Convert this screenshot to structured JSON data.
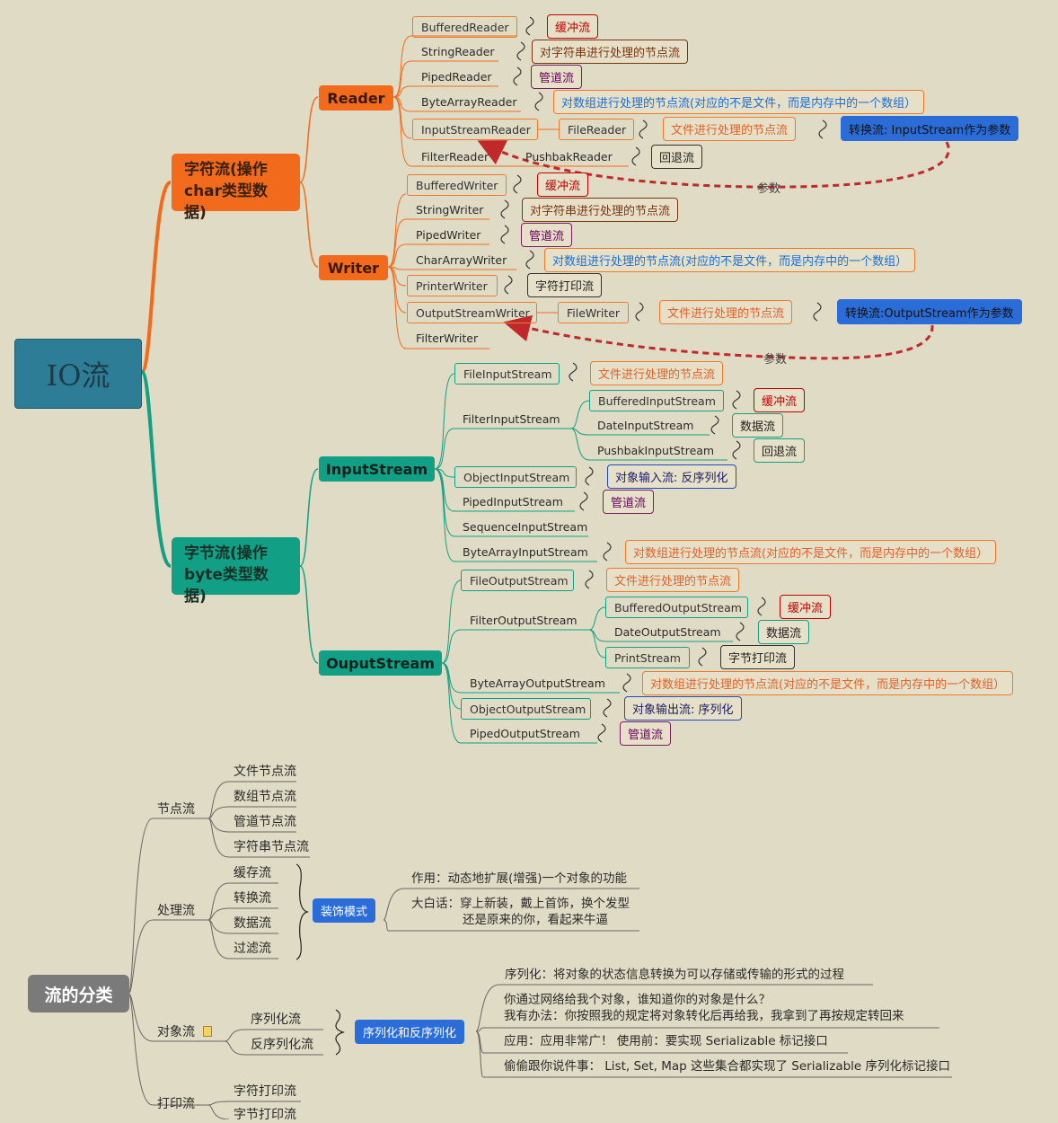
{
  "root": "IO流",
  "char": {
    "label_line1": "字符流(操作",
    "label_line2": "char类型数据)",
    "reader": {
      "title": "Reader",
      "items": [
        "BufferedReader",
        "StringReader",
        "PipedReader",
        "ByteArrayReader",
        "InputStreamReader",
        "FilterReader"
      ],
      "filereader": "FileReader",
      "pushbak": "PushbakReader",
      "notes": {
        "buffer": "缓冲流",
        "string": "对字符串进行处理的节点流",
        "pipe": "管道流",
        "array": "对数组进行处理的节点流(对应的不是文件，而是内存中的一个数组）",
        "file": "文件进行处理的节点流",
        "convert": "转换流: InputStream作为参数",
        "back": "回退流",
        "param": "参数"
      }
    },
    "writer": {
      "title": "Writer",
      "items": [
        "BufferedWriter",
        "StringWriter",
        "PipedWriter",
        "CharArrayWriter",
        "PrinterWriter",
        "OutputStreamWriter",
        "FilterWriter"
      ],
      "filewriter": "FileWriter",
      "notes": {
        "buffer": "缓冲流",
        "string": "对字符串进行处理的节点流",
        "pipe": "管道流",
        "array": "对数组进行处理的节点流(对应的不是文件，而是内存中的一个数组）",
        "print": "字符打印流",
        "file": "文件进行处理的节点流",
        "convert": "转换流:OutputStream作为参数",
        "param": "参数"
      }
    }
  },
  "byte": {
    "label_line1": "字节流(操作",
    "label_line2": "byte类型数据)",
    "input": {
      "title": "InputStream",
      "items": [
        "FileInputStream",
        "FilterInputStream",
        "ObjectInputStream",
        "PipedInputStream",
        "SequenceInputStream",
        "ByteArrayInputStream"
      ],
      "filter_children": [
        "BufferedInputStream",
        "DateInputStream",
        "PushbakInputStream"
      ],
      "notes": {
        "file": "文件进行处理的节点流",
        "buffer": "缓冲流",
        "data": "数据流",
        "back": "回退流",
        "object": "对象输入流: 反序列化",
        "pipe": "管道流",
        "array": "对数组进行处理的节点流(对应的不是文件，而是内存中的一个数组）"
      }
    },
    "output": {
      "title": "OuputStream",
      "items": [
        "FileOutputStream",
        "FilterOutputStream",
        "ByteArrayOutputStream",
        "ObjectOutputStream",
        "PipedOutputStream"
      ],
      "filter_children": [
        "BufferedOutputStream",
        "DateOutputStream",
        "PrintStream"
      ],
      "notes": {
        "file": "文件进行处理的节点流",
        "buffer": "缓冲流",
        "data": "数据流",
        "print": "字节打印流",
        "array": "对数组进行处理的节点流(对应的不是文件，而是内存中的一个数组）",
        "object": "对象输出流: 序列化",
        "pipe": "管道流"
      }
    }
  },
  "classify": {
    "root": "流的分类",
    "node": {
      "label": "节点流",
      "items": [
        "文件节点流",
        "数组节点流",
        "管道节点流",
        "字符串节点流"
      ]
    },
    "process": {
      "label": "处理流",
      "items": [
        "缓存流",
        "转换流",
        "数据流",
        "过滤流"
      ],
      "pattern": "装饰模式",
      "effect": "作用：动态地扩展(增强)一个对象的功能",
      "plain1": "大白话：穿上新装，戴上首饰，换个发型",
      "plain2": "还是原来的你，看起来牛逼"
    },
    "object": {
      "label": "对象流",
      "items": [
        "序列化流",
        "反序列化流"
      ],
      "topic": "序列化和反序列化",
      "def": "序列化：将对象的状态信息转换为可以存储或传输的形式的过程",
      "q1": "你通过网络给我个对象，谁知道你的对象是什么？",
      "q2": "我有办法：你按照我的规定将对象转化后再给我，我拿到了再按规定转回来",
      "use": "应用：应用非常广！   使用前：要实现 Serializable 标记接口",
      "secret": "偷偷跟你说件事：  List, Set, Map 这些集合都实现了 Serializable 序列化标记接口"
    },
    "print": {
      "label": "打印流",
      "items": [
        "字符打印流",
        "字节打印流"
      ]
    }
  }
}
